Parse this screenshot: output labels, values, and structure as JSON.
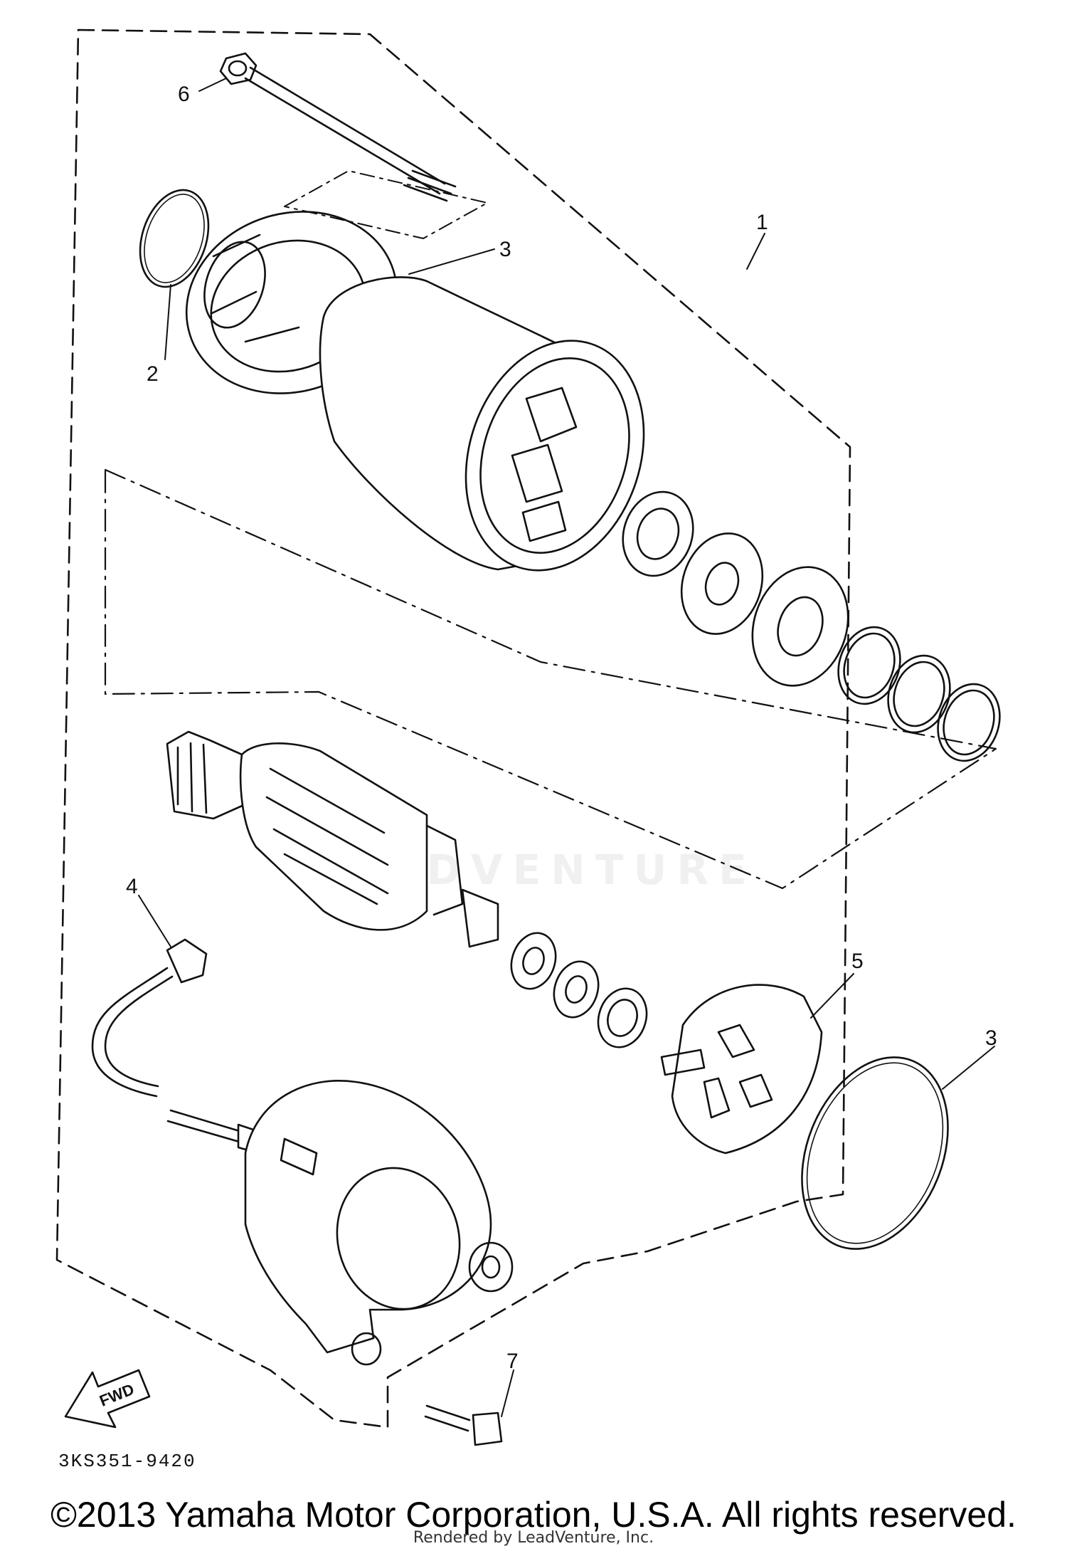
{
  "diagram": {
    "callouts": [
      {
        "id": "1",
        "label": "1"
      },
      {
        "id": "2",
        "label": "2"
      },
      {
        "id": "3a",
        "label": "3"
      },
      {
        "id": "3b",
        "label": "3"
      },
      {
        "id": "4",
        "label": "4"
      },
      {
        "id": "5",
        "label": "5"
      },
      {
        "id": "6",
        "label": "6"
      },
      {
        "id": "7",
        "label": "7"
      }
    ],
    "fwd_label": "FWD",
    "code": "3KS351-9420"
  },
  "copyright": "©2013 Yamaha Motor Corporation, U.S.A. All rights reserved.",
  "rendered_by": "Rendered by LeadVenture, Inc.",
  "watermark": "LEADVENTURE"
}
